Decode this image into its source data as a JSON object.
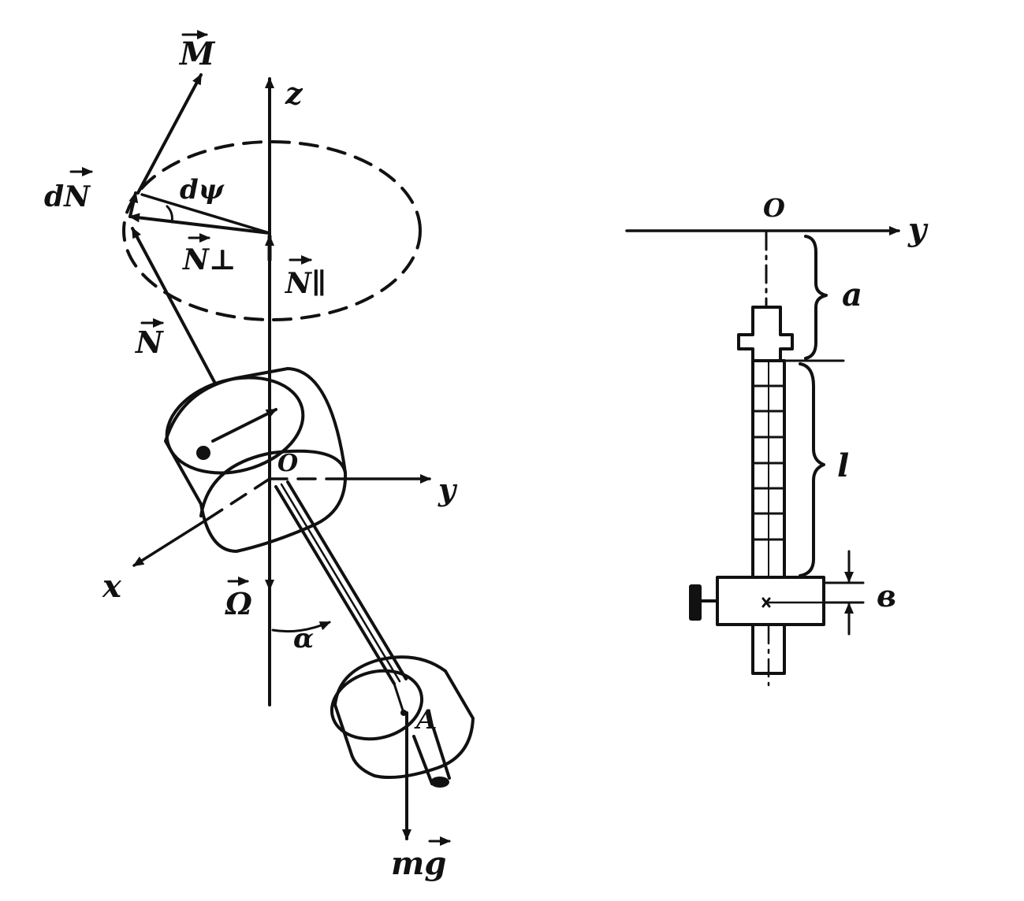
{
  "gyroscope": {
    "labels": {
      "M": "M",
      "dN": "dN",
      "dpsi": "dψ",
      "N_perp": "N⊥",
      "N_par": "N∥",
      "N": "N",
      "z": "z",
      "y": "y",
      "x": "x",
      "O": "O",
      "Omega": "Ω",
      "alpha": "α",
      "A": "A",
      "mg": "mg"
    }
  },
  "side_view": {
    "labels": {
      "O": "O",
      "y": "y",
      "a": "a",
      "l": "l",
      "b": "в"
    }
  },
  "colors": {
    "ink": "#111111",
    "paper": "#ffffff"
  }
}
